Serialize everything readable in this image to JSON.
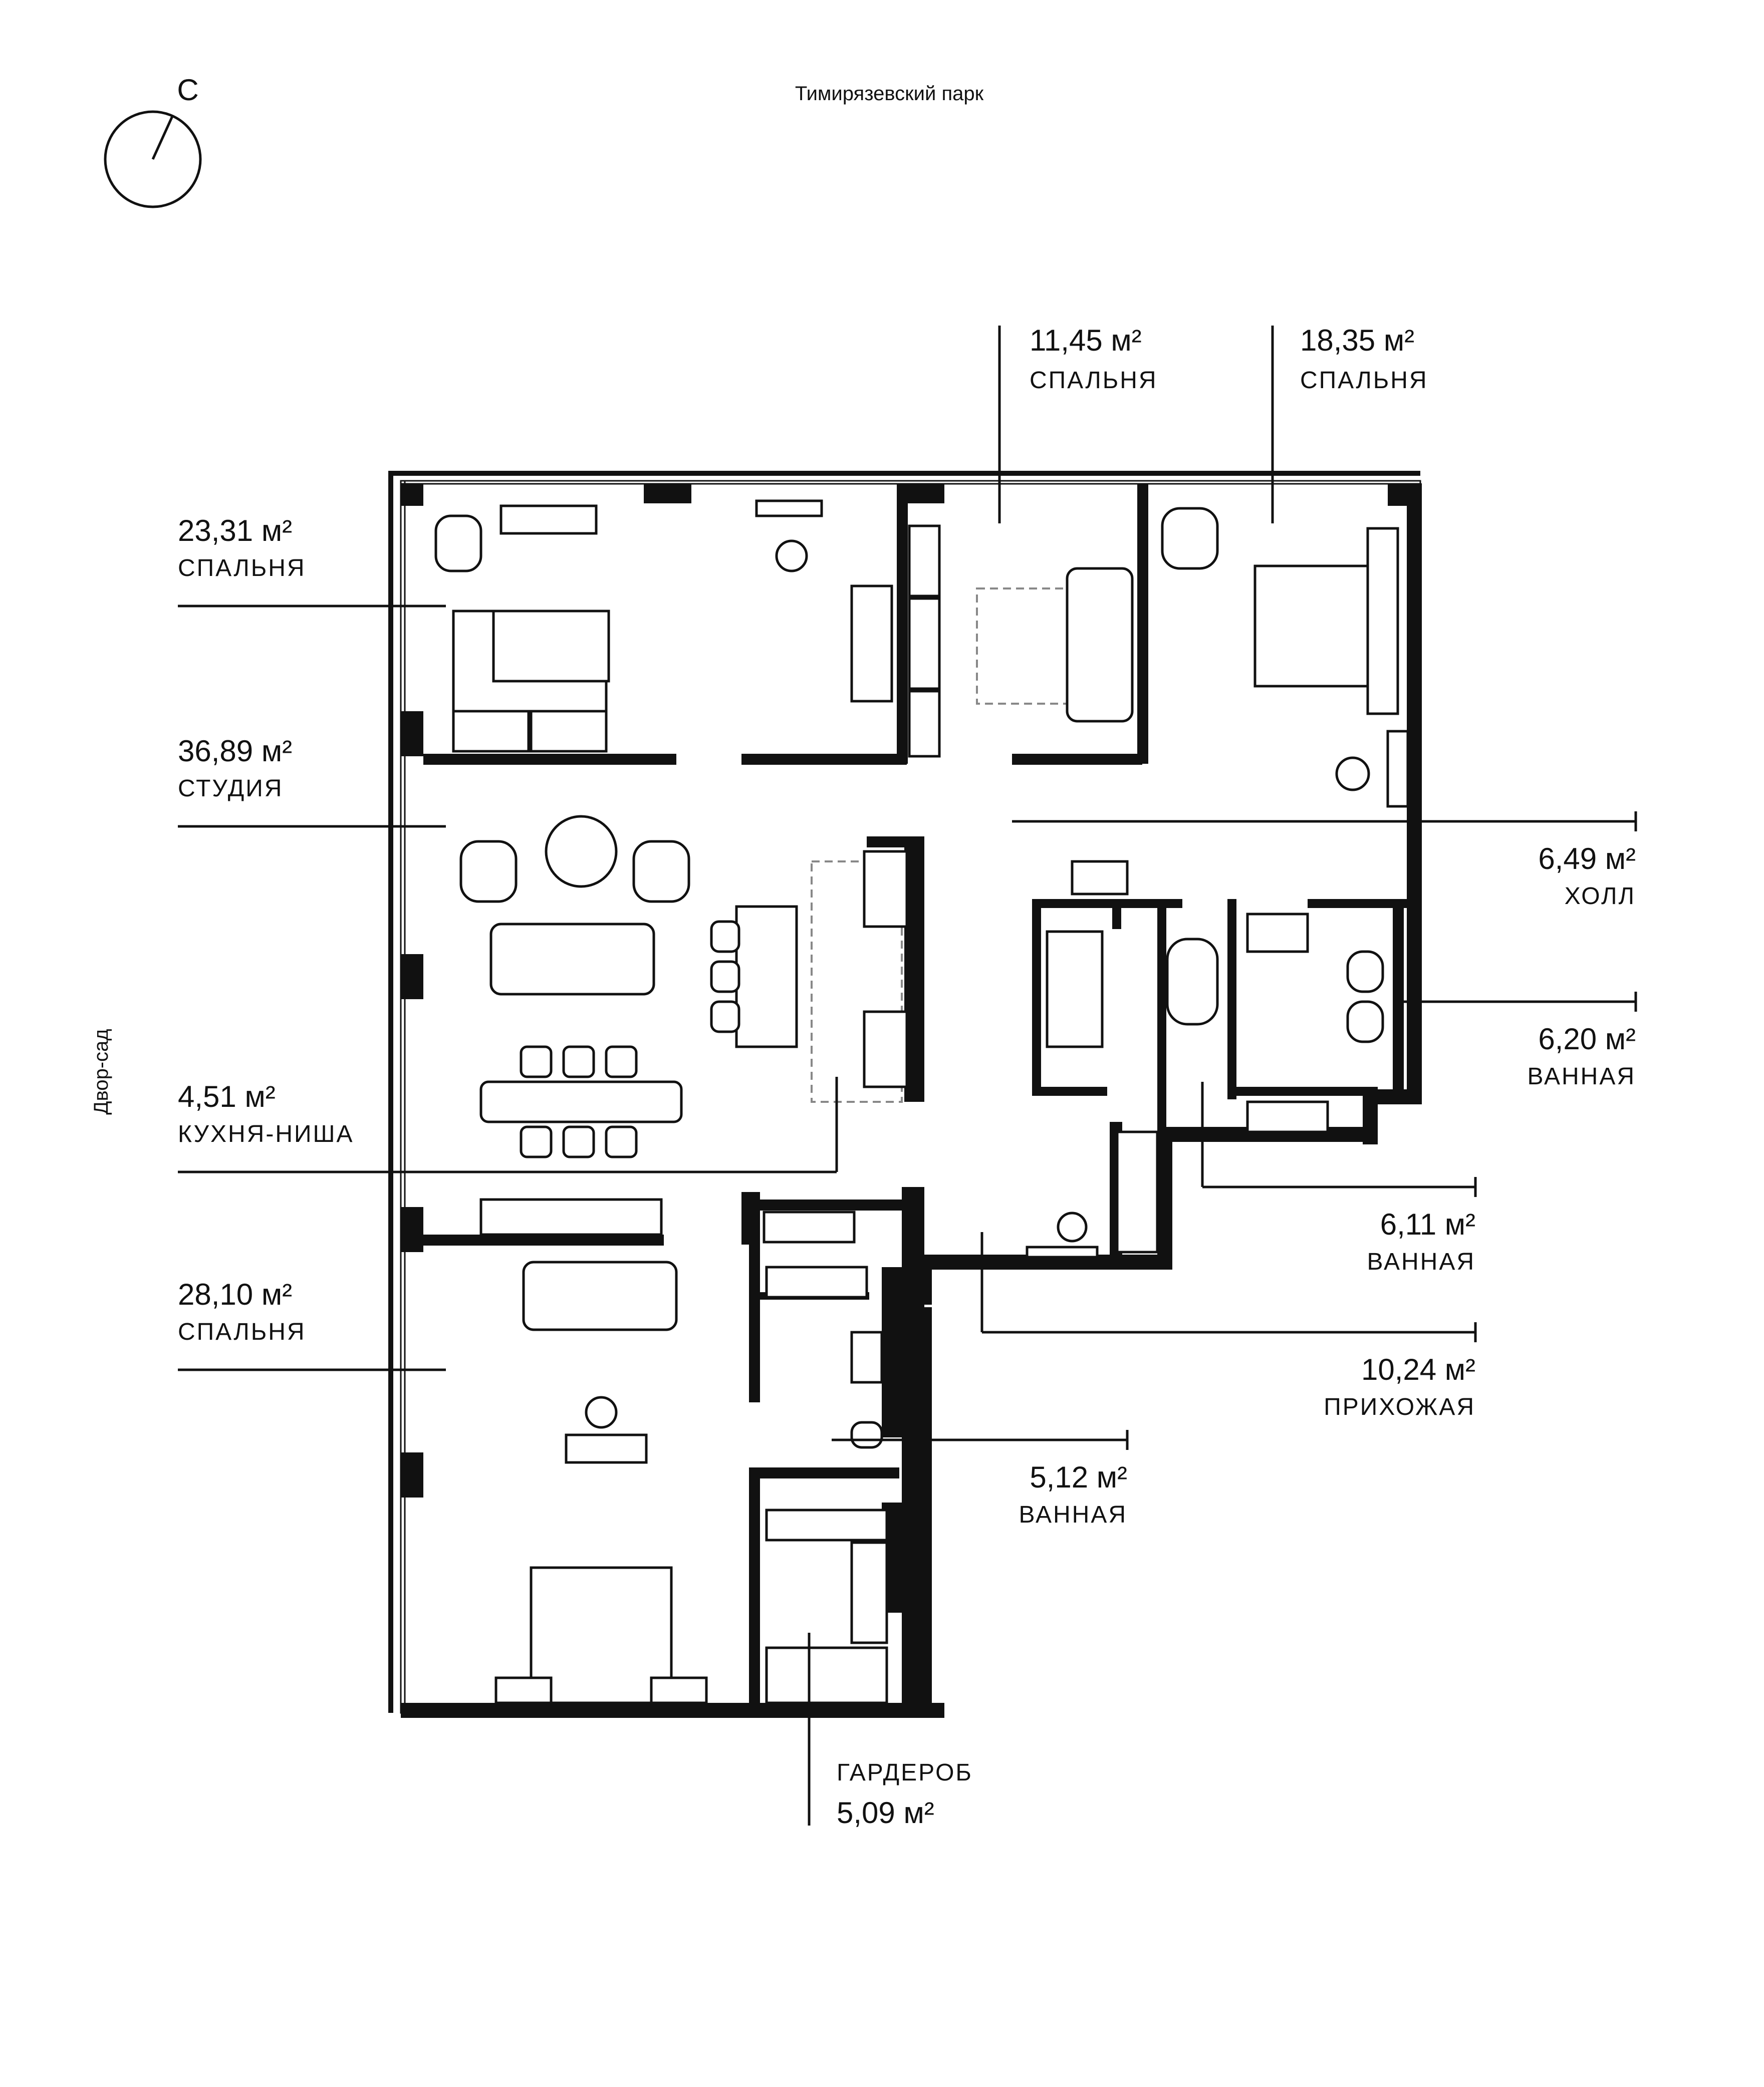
{
  "compass": {
    "north_letter": "С"
  },
  "orientation": {
    "top": "Тимирязевский парк",
    "left": "Двор-сад"
  },
  "area_unit": "м²",
  "rooms": [
    {
      "id": "bedroom-nw",
      "area": "23,31 м²",
      "name": "СПАЛЬНЯ"
    },
    {
      "id": "studio",
      "area": "36,89 м²",
      "name": "СТУДИЯ"
    },
    {
      "id": "kitchen",
      "area": "4,51 м²",
      "name": "КУХНЯ-НИША"
    },
    {
      "id": "bedroom-sw",
      "area": "28,10 м²",
      "name": "СПАЛЬНЯ"
    },
    {
      "id": "bedroom-n",
      "area": "11,45 м²",
      "name": "СПАЛЬНЯ"
    },
    {
      "id": "bedroom-ne",
      "area": "18,35 м²",
      "name": "СПАЛЬНЯ"
    },
    {
      "id": "hall",
      "area": "6,49 м²",
      "name": "ХОЛЛ"
    },
    {
      "id": "bath-e",
      "area": "6,20 м²",
      "name": "ВАННАЯ"
    },
    {
      "id": "bath-c",
      "area": "6,11 м²",
      "name": "ВАННАЯ"
    },
    {
      "id": "entrance",
      "area": "10,24 м²",
      "name": "ПРИХОЖАЯ"
    },
    {
      "id": "bath-s",
      "area": "5,12 м²",
      "name": "ВАННАЯ"
    },
    {
      "id": "wardrobe",
      "area": "5,09 м²",
      "name": "ГАРДЕРОБ"
    }
  ]
}
